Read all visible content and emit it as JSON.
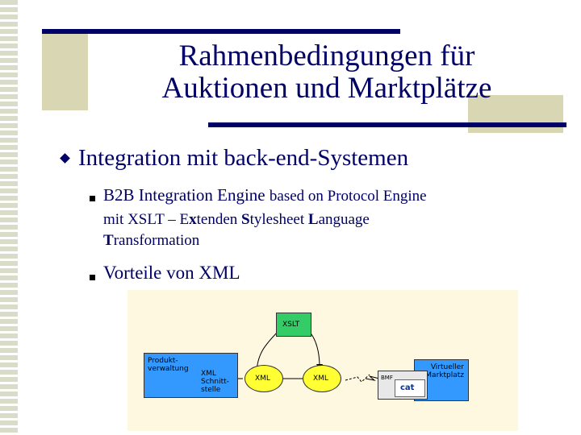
{
  "slide": {
    "title_line1": "Rahmenbedingungen für",
    "title_line2": "Auktionen und Marktplätze",
    "bullet": "Integration mit back-end-Systemen",
    "sub1": {
      "part1": "B2B Integration Engine ",
      "part2": "based on Protocol Engine"
    },
    "sub1_cont": {
      "line1_a": "mit XSLT – E",
      "line1_b": "x",
      "line1_c": "tenden ",
      "line1_d": "S",
      "line1_e": "tylesheet ",
      "line1_f": "L",
      "line1_g": "anguage",
      "line2_a": "T",
      "line2_b": "ransformation"
    },
    "sub2": "Vorteile von XML"
  },
  "diagram": {
    "xslt": "XSLT",
    "produkt_l1": "Produkt-",
    "produkt_l2": "verwaltung",
    "xml_box_l1": "XML",
    "xml_box_l2": "Schnitt-",
    "xml_box_l3": "stelle",
    "xml_left": "XML",
    "xml_right": "XML",
    "virtuell_l1": "Virtueller",
    "virtuell_l2": "Marktplatz",
    "cat": "cat",
    "bmf": "BMF"
  },
  "colors": {
    "navy": "#000066",
    "olive": "#d9d7b3",
    "diagram_bg": "#fef8e0",
    "blue_box": "#3399ff",
    "green_box": "#33cc66",
    "yellow_ellipse": "#ffff33"
  }
}
